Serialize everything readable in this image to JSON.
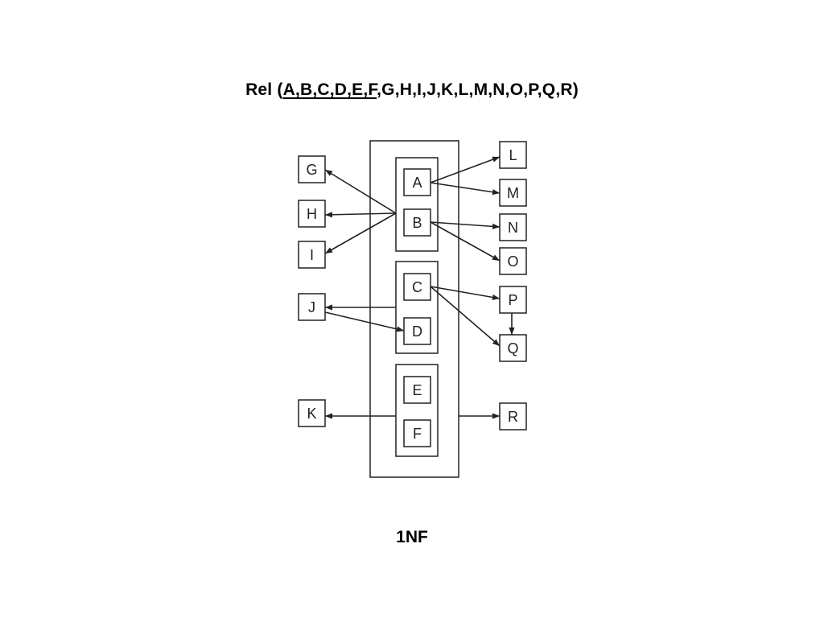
{
  "title": {
    "prefix": "Rel (",
    "key": "A,B,C,D,E,F",
    "rest": ",G,H,I,J,K,L,M,N,O,P,Q,R)"
  },
  "caption": "1NF",
  "attributes": {
    "A": "A",
    "B": "B",
    "C": "C",
    "D": "D",
    "E": "E",
    "F": "F",
    "G": "G",
    "H": "H",
    "I": "I",
    "J": "J",
    "K": "K",
    "L": "L",
    "M": "M",
    "N": "N",
    "O": "O",
    "P": "P",
    "Q": "Q",
    "R": "R"
  },
  "dependencies": [
    {
      "from": "AB",
      "to": "G"
    },
    {
      "from": "AB",
      "to": "H"
    },
    {
      "from": "AB",
      "to": "I"
    },
    {
      "from": "A",
      "to": "L"
    },
    {
      "from": "A",
      "to": "M"
    },
    {
      "from": "B",
      "to": "N"
    },
    {
      "from": "B",
      "to": "O"
    },
    {
      "from": "CD",
      "to": "J"
    },
    {
      "from": "J",
      "to": "D"
    },
    {
      "from": "C",
      "to": "P"
    },
    {
      "from": "C",
      "to": "Q"
    },
    {
      "from": "P",
      "to": "Q"
    },
    {
      "from": "EF",
      "to": "K"
    },
    {
      "from": "ABCDEF",
      "to": "R"
    }
  ]
}
